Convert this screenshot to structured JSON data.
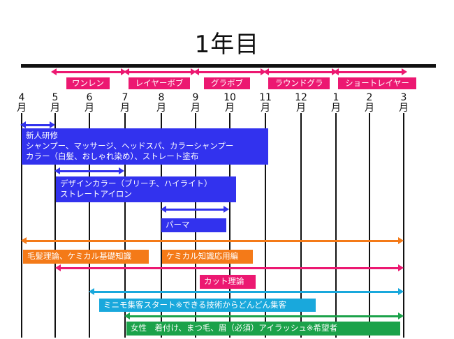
{
  "title": "1年目",
  "months": [
    {
      "num": "4",
      "unit": "月"
    },
    {
      "num": "5",
      "unit": "月"
    },
    {
      "num": "6",
      "unit": "月"
    },
    {
      "num": "7",
      "unit": "月"
    },
    {
      "num": "8",
      "unit": "月"
    },
    {
      "num": "9",
      "unit": "月"
    },
    {
      "num": "10",
      "unit": "月"
    },
    {
      "num": "11",
      "unit": "月"
    },
    {
      "num": "12",
      "unit": "月"
    },
    {
      "num": "1",
      "unit": "月"
    },
    {
      "num": "2",
      "unit": "月"
    },
    {
      "num": "3",
      "unit": "月"
    }
  ],
  "cut_phases": [
    "ワンレン",
    "レイヤーボブ",
    "グラボブ",
    "ラウンドグラ",
    "ショートレイヤー"
  ],
  "blocks": {
    "training": {
      "title": "新人研修",
      "line1": "シャンプー、マッサージ、ヘッドスパ、カラーシャンプー",
      "line2": "カラー（白髪、おしゃれ染め）、ストレート塗布"
    },
    "design_color": {
      "line1": "デザインカラー（ブリーチ、ハイライト）",
      "line2": "ストレートアイロン"
    },
    "perm": "パーマ",
    "hair_theory": "毛髪理論、ケミカル基礎知識",
    "chemical_applied": "ケミカル知識応用編",
    "cut_theory": "カット理論",
    "mini_model": "ミニモ集客スタート※できる技術からどんどん集客",
    "female": "女性　着付け、まつ毛、眉（必須）アイラッシュ※希望者"
  }
}
